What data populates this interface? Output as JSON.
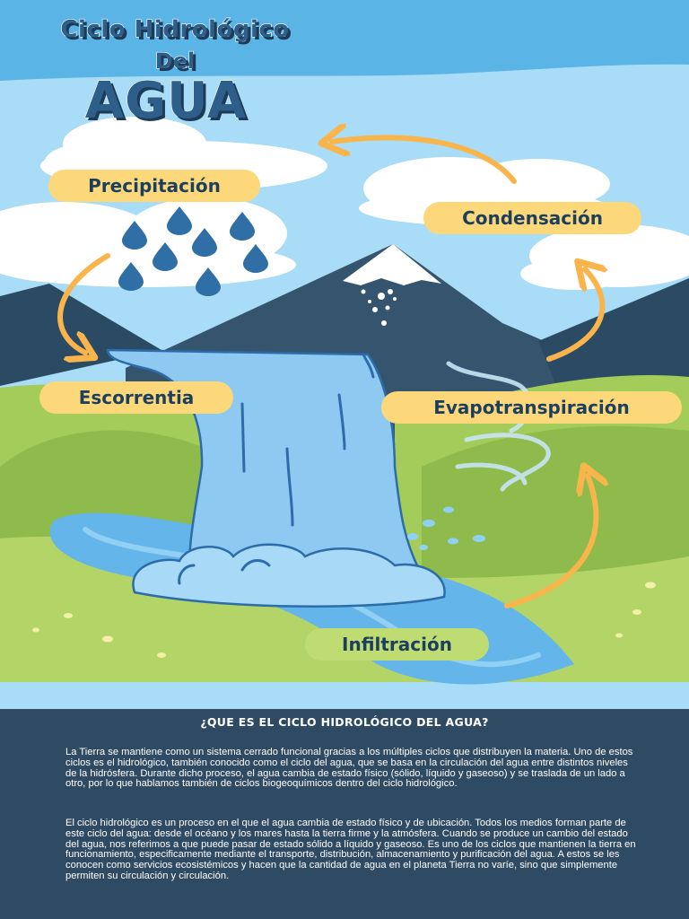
{
  "header": {
    "title_line1": "Ciclo Hidrológico",
    "title_line2": "Del",
    "title_line3": "AGUA"
  },
  "stages": {
    "precipitation": "Precipitación",
    "condensation": "Condensación",
    "runoff": "Escorrentia",
    "evapotranspiration": "Evapotranspiración",
    "infiltration": "Infiltración"
  },
  "colors": {
    "sky": "#a9dcf6",
    "sky_top": "#5bb4e6",
    "pill": "#fcd87a",
    "pill_green": "#bfdc72",
    "arrow": "#f9b54c",
    "water": "#7dc4ef",
    "grass": "#a3cc5a",
    "mountain": "#35556f",
    "footer": "#2f4a63"
  },
  "section": {
    "question": "¿QUE ES EL CICLO HIDROLÓGICO DEL AGUA?",
    "paragraph1": "La Tierra se mantiene como un sistema cerrado funcional gracias a los múltiples ciclos que distribuyen la materia. Uno de estos ciclos es el hidrológico, también conocido como el ciclo del agua, que se basa en la circulación del agua entre distintos niveles de la hidrósfera. Durante dicho proceso, el agua cambia de estado físico (sólido, líquido y gaseoso) y se traslada de un lado a otro, por lo que hablamos también de ciclos biogeoquímicos dentro del ciclo hidrológico.",
    "paragraph2": "El ciclo hidrológico es un proceso en el que el agua cambia de estado físico y de ubicación. Todos los medios forman parte de este ciclo del agua: desde el océano y los mares hasta la tierra firme y la atmósfera. Cuando se produce un cambio del estado del agua, nos referimos a que puede pasar de estado sólido a líquido y gaseoso. Es uno de los ciclos que mantienen la tierra en funcionamiento, especificamente mediante el transporte, distribución, almacenamiento y purificación del agua. A estos se les conocen como servicios ecosistémicos y hacen que la cantidad de agua en el planeta Tierra no varíe, sino que simplemente permiten su circulación y circulación."
  }
}
